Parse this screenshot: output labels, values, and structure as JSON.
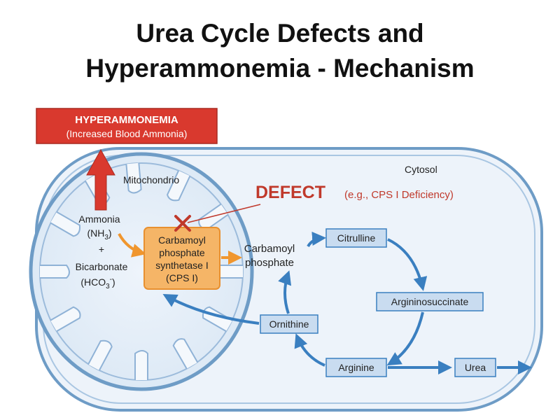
{
  "title": {
    "line1": "Urea Cycle Defects and",
    "line2": "Hyperammonemia - Mechanism"
  },
  "hyperammonemia": {
    "heading": "HYPERAMMONEMIA",
    "subtitle": "(Increased Blood Ammonia)"
  },
  "compartments": {
    "mitochondrion": "Mitochondrio",
    "cytosol": "Cytosol"
  },
  "defect": {
    "label": "DEFECT",
    "example": "(e.g., CPS I Deficiency)"
  },
  "substrates": {
    "ammonia": "Ammonia",
    "ammonia_formula_main": "(NH",
    "ammonia_formula_sub": "3",
    "ammonia_formula_end": ")",
    "plus": "+",
    "bicarbonate": "Bicarbonate",
    "bicarbonate_formula_main": "(HCO",
    "bicarbonate_formula_sub": "3",
    "bicarbonate_formula_sup": "-",
    "bicarbonate_formula_end": ")"
  },
  "enzyme": {
    "line1": "Carbamoyl",
    "line2": "phosphate",
    "line3": "synthetase I",
    "line4": "(CPS I)"
  },
  "product": {
    "line1": "Carbamoyl",
    "line2": "phosphate"
  },
  "cycle": {
    "citrulline": "Citrulline",
    "argininosuccinate": "Argininosuccinate",
    "arginine": "Arginine",
    "ornithine": "Ornithine",
    "urea": "Urea"
  },
  "colors": {
    "hyperammonemia_box": "#d9392e",
    "defect_red": "#c0392b",
    "enzyme_fill": "#f5b567",
    "enzyme_stroke": "#e8902f",
    "cycle_arrow": "#3a7fc0",
    "cycle_box_fill": "#c9dcf0",
    "cell_outline": "#6e9cc6"
  }
}
